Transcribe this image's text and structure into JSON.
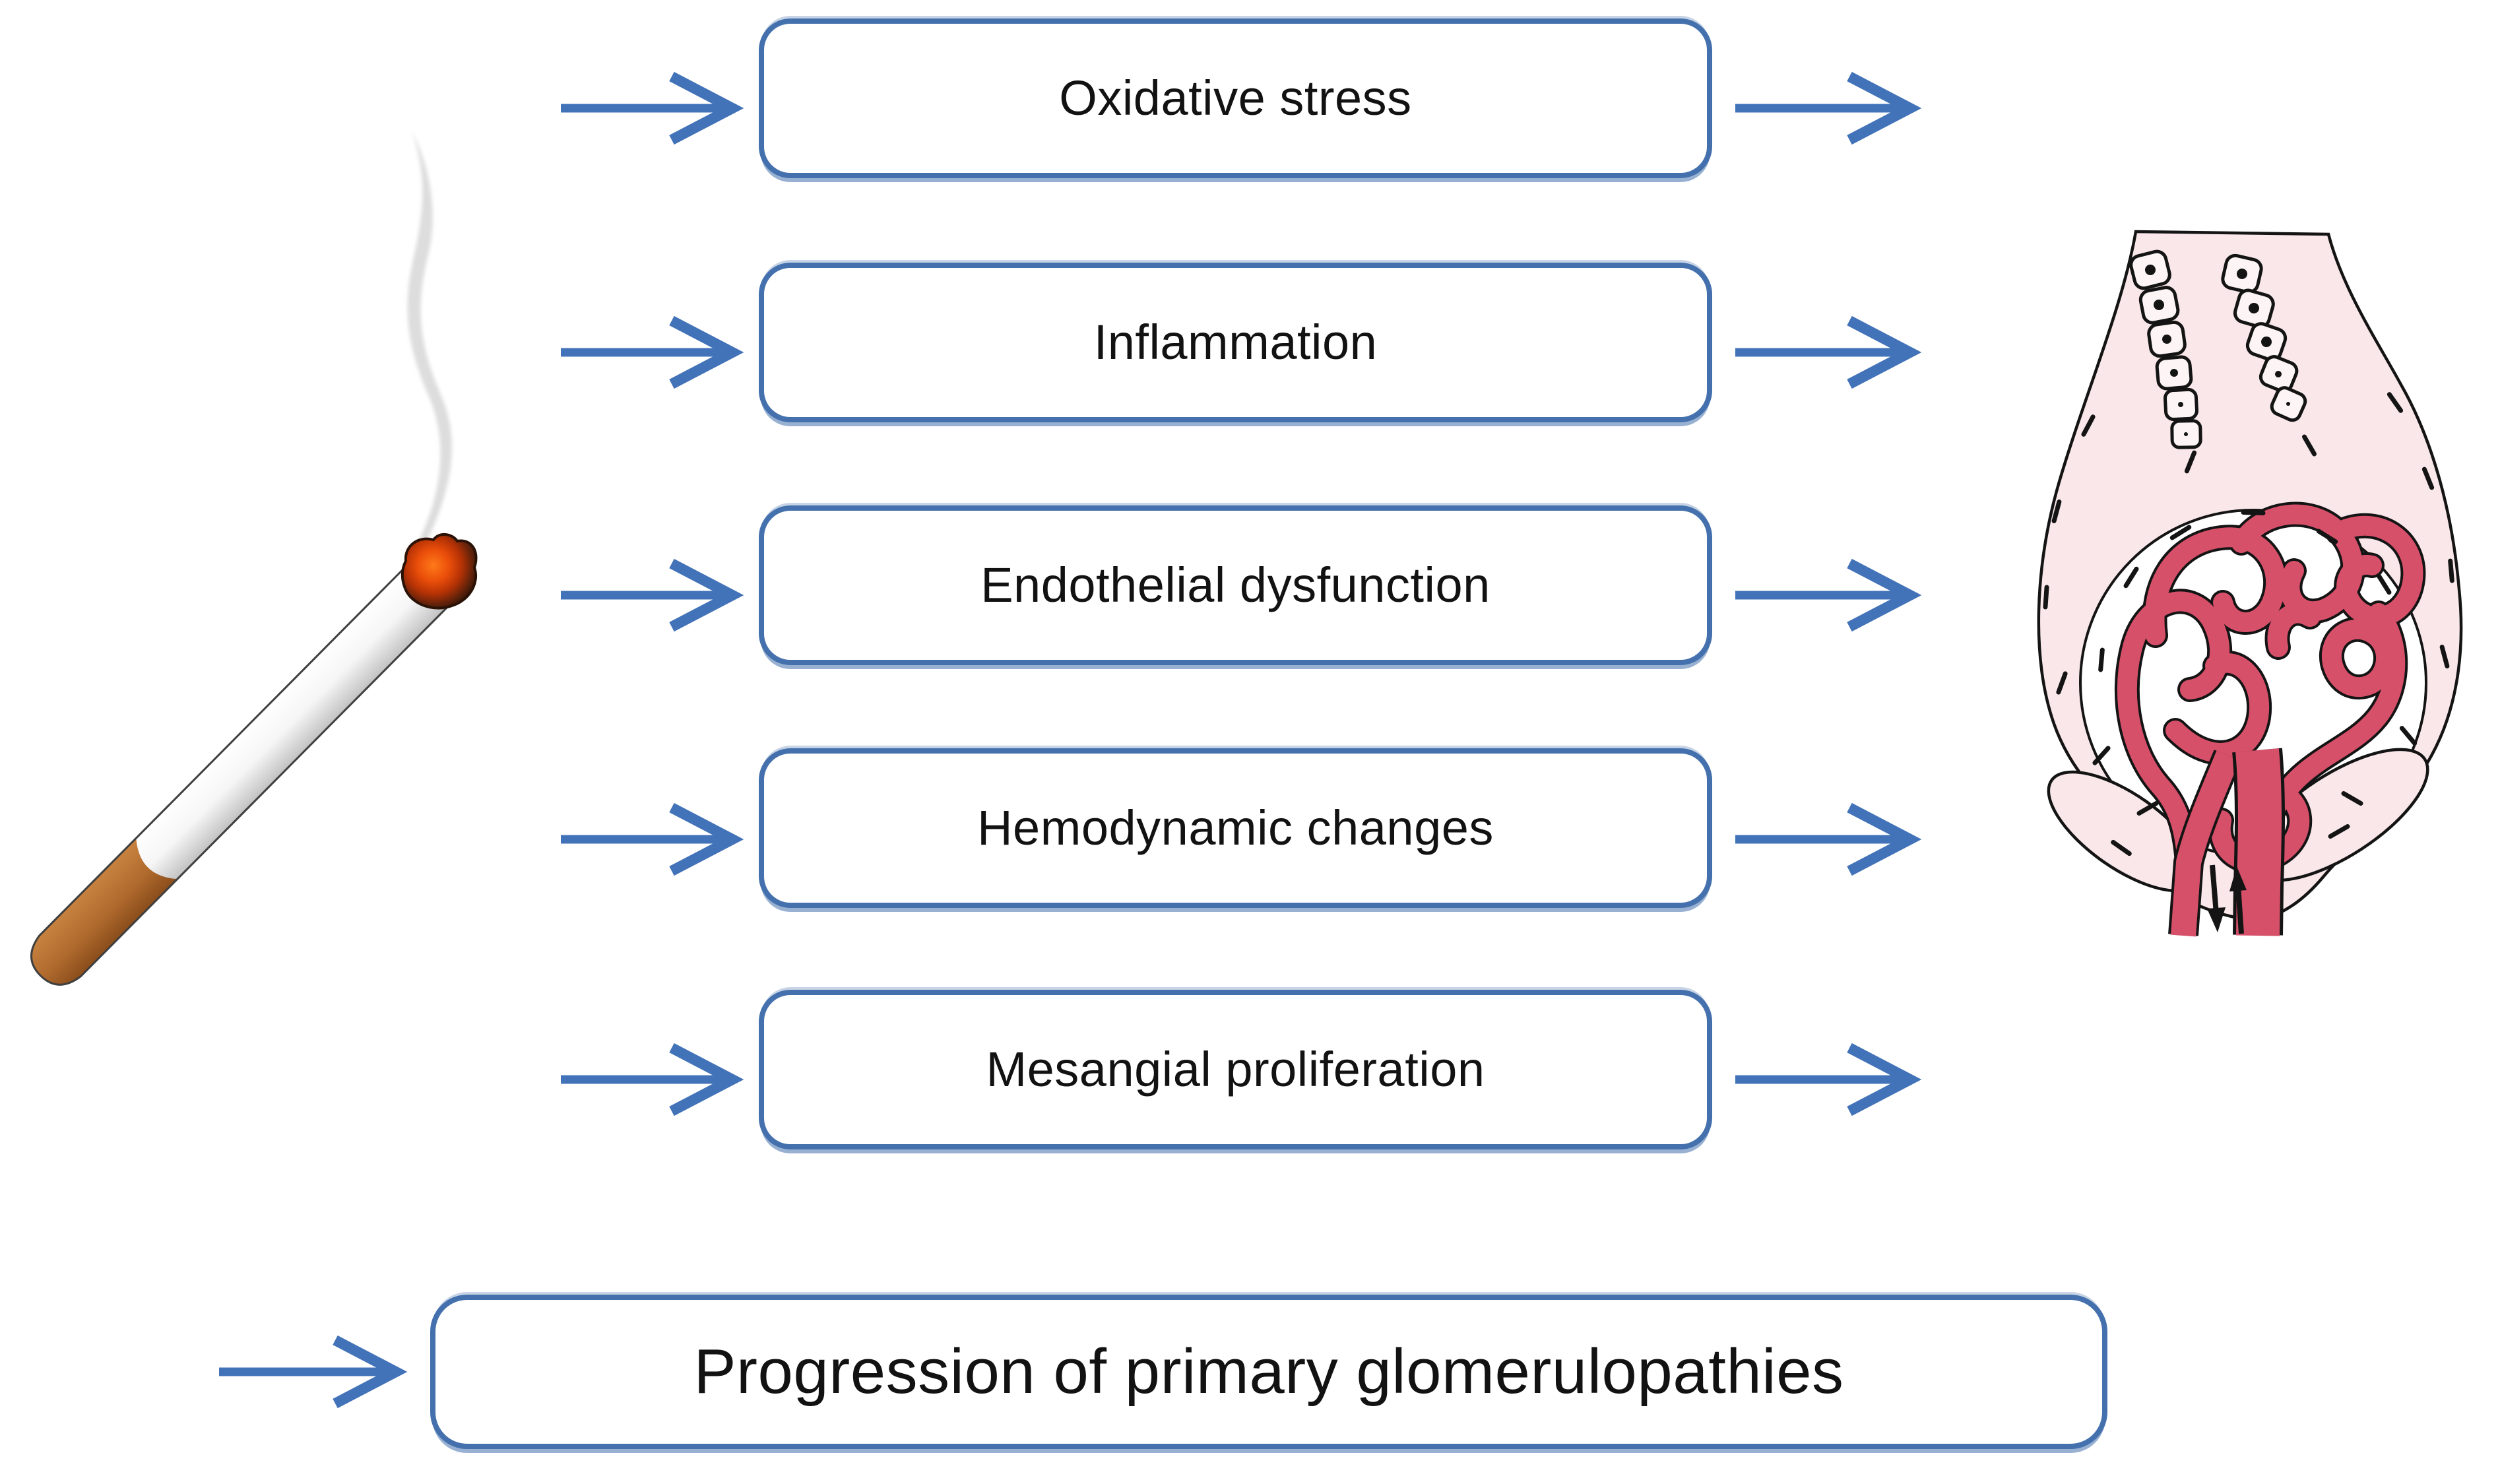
{
  "diagram": {
    "mediators": [
      {
        "label": "Oxidative stress"
      },
      {
        "label": "Inflammation"
      },
      {
        "label": "Endothelial dysfunction"
      },
      {
        "label": "Hemodynamic changes"
      },
      {
        "label": "Mesangial proliferation"
      }
    ],
    "outcome": {
      "label": "Progression of primary glomerulopathies"
    },
    "icons": [
      {
        "name": "cigarette-icon",
        "meaning": "lit cigarette with rising smoke (smoking)"
      },
      {
        "name": "glomerulus-icon",
        "meaning": "kidney glomerulus with Bowman capsule and capillary tuft"
      }
    ],
    "colors": {
      "arrow_blue": "#4272b8",
      "box_border_blue": "#4471ad",
      "text": "#121212",
      "capsule_pink": "#f9e7e9",
      "capillary_red": "#d7506a",
      "outline_black": "#141414",
      "filter_brown": "#b06a2e",
      "ember_orange": "#e84e0a",
      "smoke_gray": "#d9d9d9",
      "background": "#ffffff"
    }
  }
}
